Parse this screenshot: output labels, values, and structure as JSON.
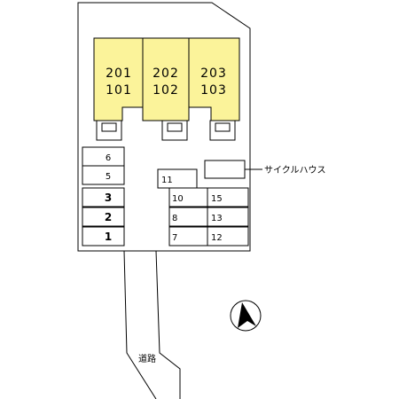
{
  "site_plan": {
    "units": [
      {
        "top": "201",
        "bottom": "101"
      },
      {
        "top": "202",
        "bottom": "102"
      },
      {
        "top": "203",
        "bottom": "103"
      }
    ],
    "parking_left": [
      "6",
      "5",
      "3",
      "2",
      "1"
    ],
    "parking_center_small": "11",
    "parking_center": [
      "10",
      "8",
      "7"
    ],
    "parking_right": [
      "15",
      "13",
      "12"
    ],
    "bicycle_house_label": "サイクルハウス",
    "road_label": "道路",
    "colors": {
      "building_fill": "#fbf39a",
      "line": "#000000",
      "compass_fill": "#000000"
    },
    "compass_icon": "north-arrow-icon"
  }
}
